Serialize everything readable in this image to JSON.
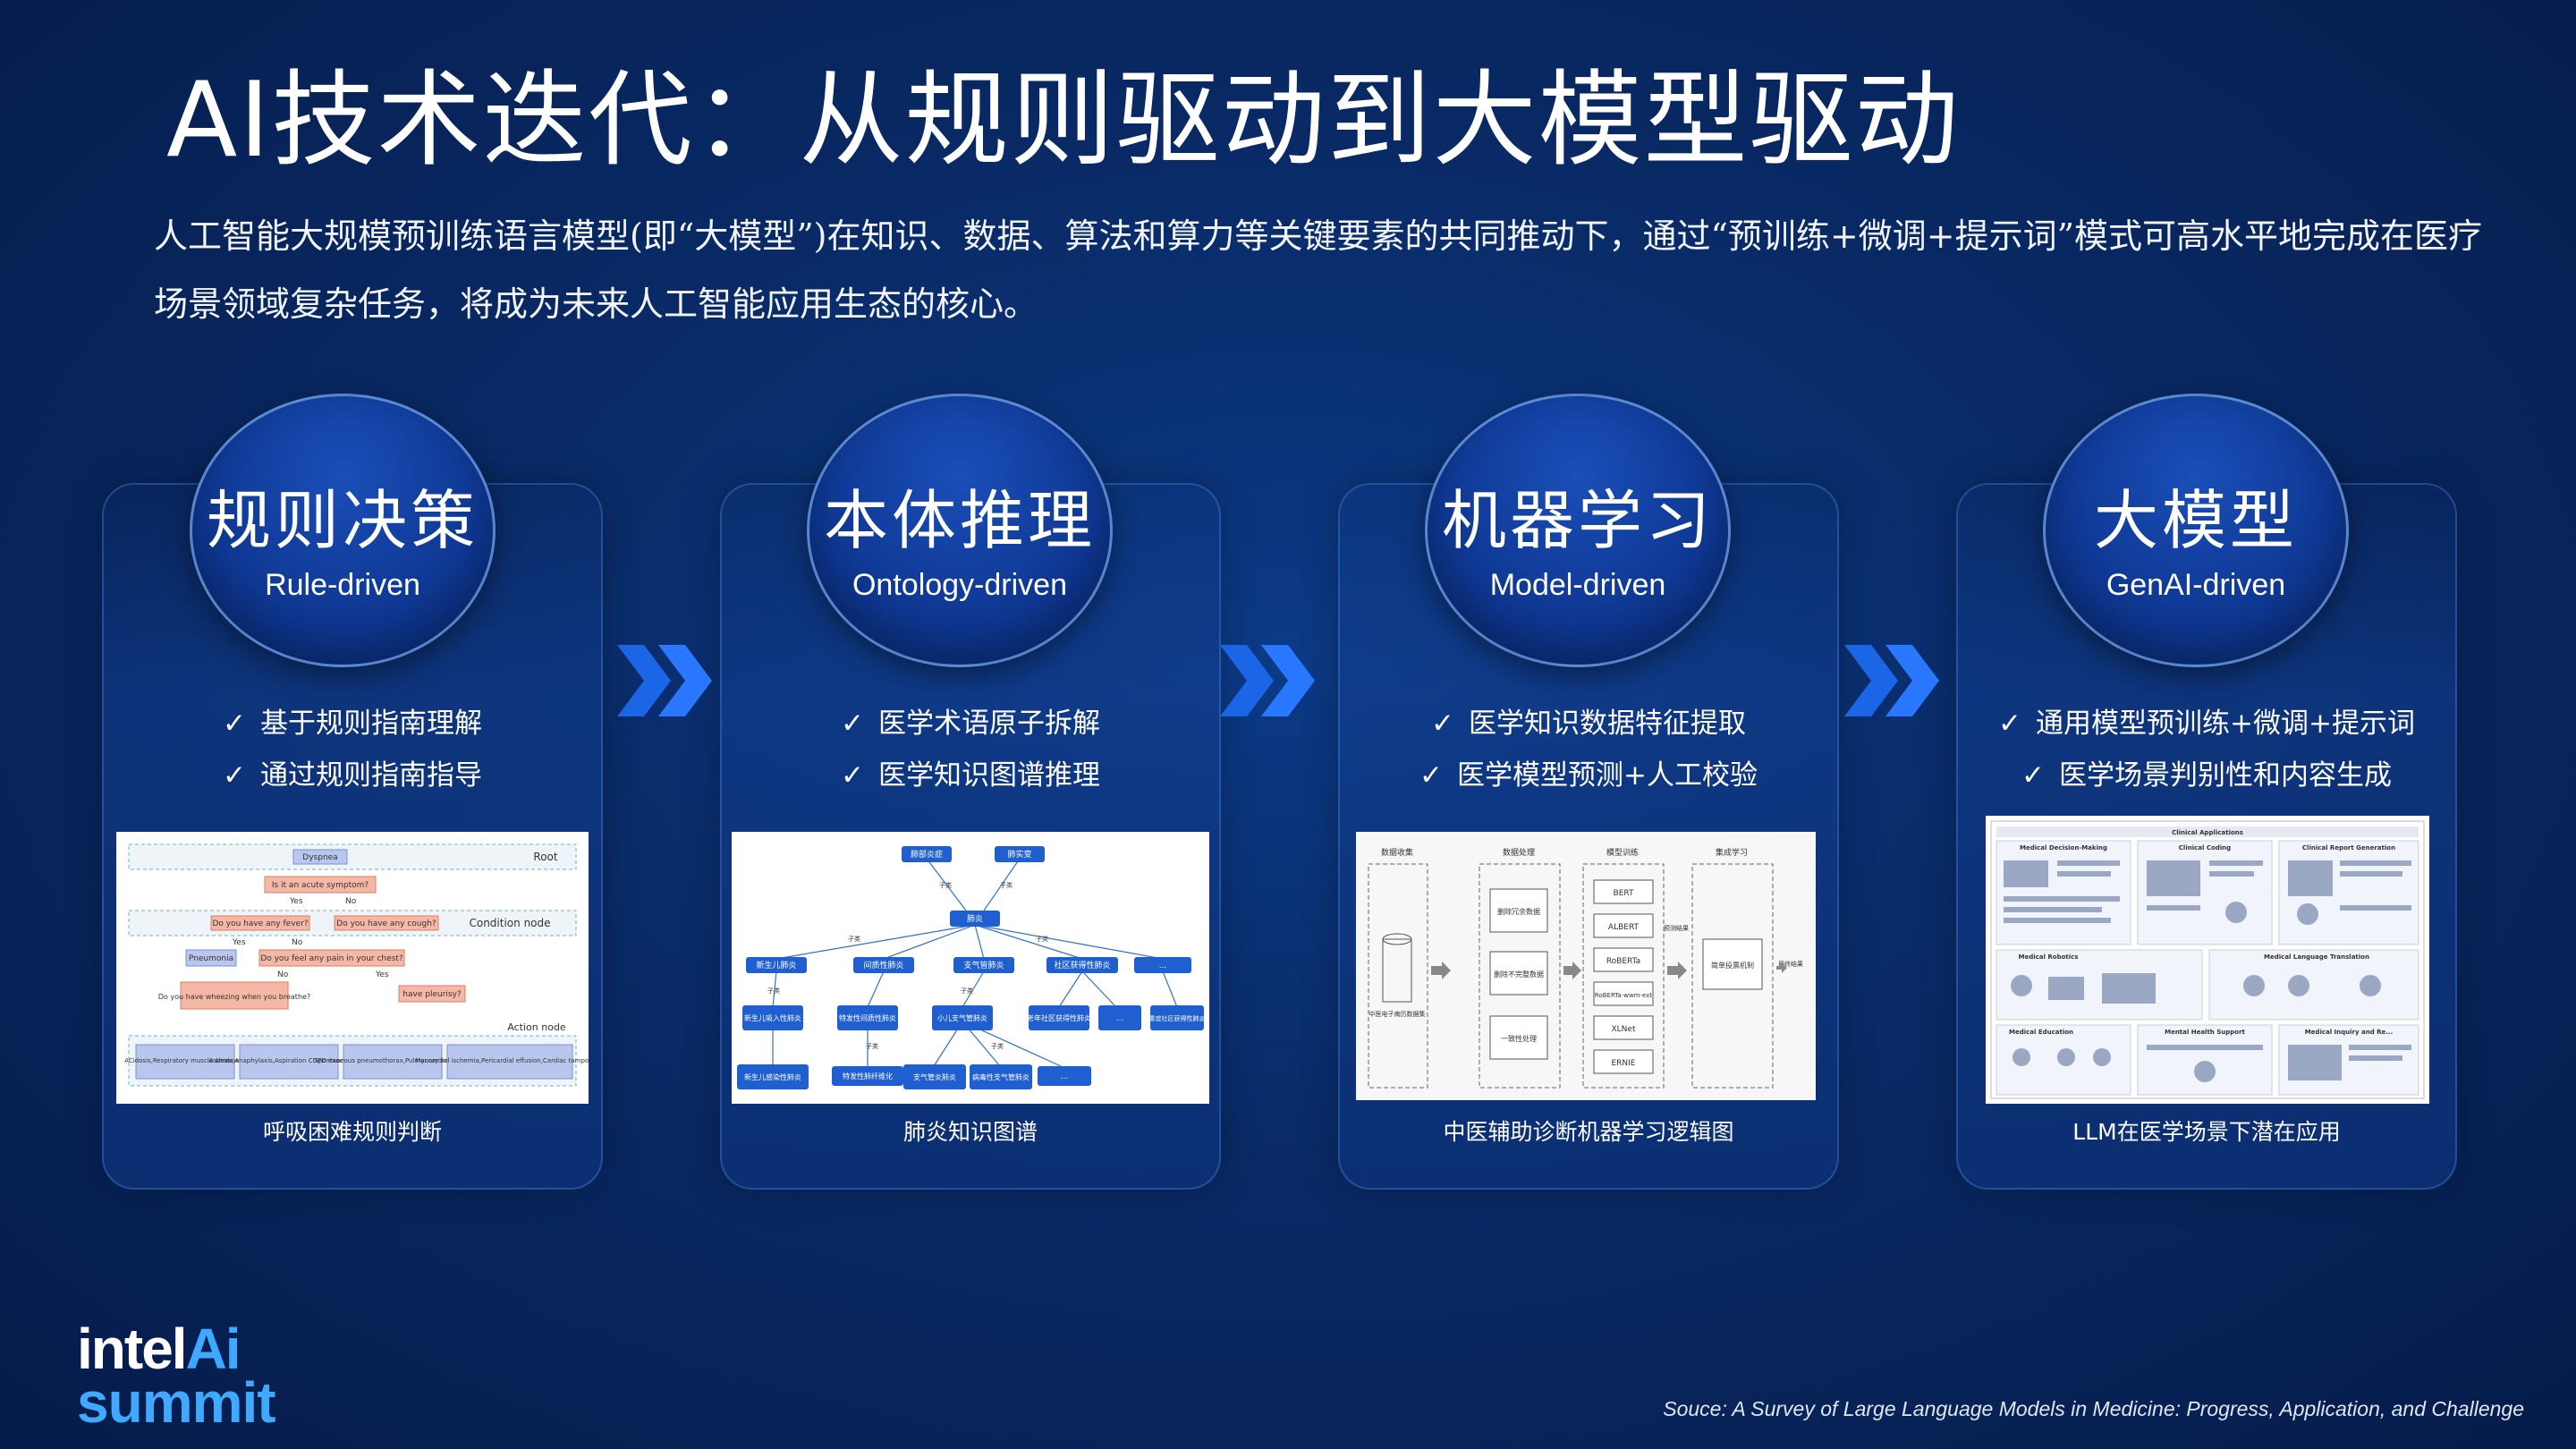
{
  "title": "AI技术迭代：从规则驱动到大模型驱动",
  "intro": "人工智能大规模预训练语言模型(即“大模型”)在知识、数据、算法和算力等关键要素的共同推动下，通过“预训练+微调+提示词”模式可高水平地完成在医疗场景领域复杂任务，将成为未来人工智能应用生态的核心。",
  "stages": [
    {
      "title": "规则决策",
      "subtitle": "Rule-driven",
      "bullets": [
        "基于规则指南理解",
        "通过规则指南指导"
      ],
      "caption": "呼吸困难规则判断",
      "figure_labels": {
        "root": "Root",
        "dyspnea": "Dyspnea",
        "q1": "Is it an acute symptom?",
        "yes": "Yes",
        "no": "No",
        "fever": "Do you have any fever?",
        "cough": "Do you have any cough?",
        "condition": "Condition node",
        "pain": "Do you feel any pain in your chest?",
        "pneumonia": "Pneumonia",
        "wheezing": "Do you have wheezing when you breathe?",
        "pleurisy": "have pleurisy?",
        "action": "Action node",
        "a1": "ACidosis,Respiratory muscle weakness",
        "a2": "Asthma,Anaphylaxis,Aspiration COPD exacerbation",
        "a3": "Spontaneous pneumothorax,Pulmonary embolism",
        "a4": "Myocardial ischemia,Pericardial effusion,Cardiac tamponade"
      }
    },
    {
      "title": "本体推理",
      "subtitle": "Ontology-driven",
      "bullets": [
        "医学术语原子拆解",
        "医学知识图谱推理"
      ],
      "caption": "肺炎知识图谱",
      "figure_labels": {
        "n1": "肺部炎症",
        "n2": "肺实变",
        "root": "肺炎",
        "c1": "新生儿肺炎",
        "c2": "间质性肺炎",
        "c3": "支气管肺炎",
        "c4": "社区获得性肺炎",
        "c5": "...",
        "g1": "新生儿吸入性肺炎",
        "g2": "特发性间质性肺炎",
        "g3": "小儿支气管肺炎",
        "g4": "老年社区获得性肺炎",
        "g5": "...",
        "g6": "重症社区获得性肺炎",
        "h1": "新生儿感染性肺炎",
        "h2": "特发性肺纤维化",
        "h3": "支气管炎肺炎",
        "h4": "病毒性支气管肺炎",
        "h5": "...",
        "edge": "子类"
      }
    },
    {
      "title": "机器学习",
      "subtitle": "Model-driven",
      "bullets": [
        "医学知识数据特征提取",
        "医学模型预测+人工校验"
      ],
      "caption": "中医辅助诊断机器学习逻辑图",
      "figure_labels": {
        "col1": "数据收集",
        "col2": "数据处理",
        "col3": "模型训练",
        "col4": "集成学习",
        "db": "中医电子病历数据集",
        "p1": "删除冗余数据",
        "p2": "删除不完整数据",
        "p3": "一致性处理",
        "m1": "BERT",
        "m2": "ALBERT",
        "m3": "RoBERTa",
        "m4": "RoBERTa-wwm-ext",
        "m5": "XLNet",
        "m6": "ERNIE",
        "ens": "简单投票机制",
        "out": "最终结果",
        "flow": "预测结果"
      }
    },
    {
      "title": "大模型",
      "subtitle": "GenAI-driven",
      "bullets": [
        "通用模型预训练+微调+提示词",
        "医学场景判别性和内容生成"
      ],
      "caption": "LLM在医学场景下潜在应用",
      "figure_labels": {
        "header": "Clinical Applications",
        "h1": "Medical Decision-Making",
        "h2": "Clinical Coding",
        "h3": "Clinical Report Generation",
        "r2a": "Medical Robotics",
        "r2b": "Medical Language Translation",
        "r3a": "Medical Education",
        "r3b": "Mental Health Support",
        "r3c": "Medical Inquiry and Re..."
      }
    }
  ],
  "logo": {
    "intel": "intel",
    "ai": "Ai",
    "summit": "summit"
  },
  "source": "Souce: A Survey of Large Language Models in Medicine: Progress, Application, and Challenge",
  "colors": {
    "accent": "#1e7bff",
    "background": "#082560",
    "chevron": "#1a6df0"
  }
}
